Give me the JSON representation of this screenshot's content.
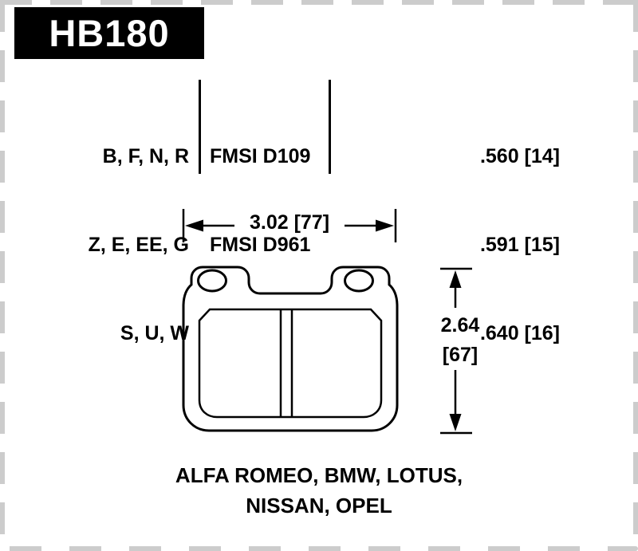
{
  "header": {
    "part_number": "HB180"
  },
  "spec_table": {
    "rows": [
      {
        "compounds": "B, F, N, R",
        "fmsi": "FMSI D109",
        "thickness": ".560 [14]"
      },
      {
        "compounds": "Z, E, EE, G",
        "fmsi": "FMSI D961",
        "thickness": ".591 [15]"
      },
      {
        "compounds": "S, U, W",
        "fmsi": "",
        "thickness": ".640 [16]"
      }
    ]
  },
  "dimensions": {
    "width": "3.02 [77]",
    "height_in": "2.64",
    "height_mm": "[67]"
  },
  "applications": {
    "line1": "ALFA ROMEO, BMW, LOTUS,",
    "line2": "NISSAN, OPEL"
  },
  "colors": {
    "line": "#000000",
    "film_edge": "#cccccc",
    "part_box_bg": "#000000",
    "part_box_text": "#ffffff"
  }
}
